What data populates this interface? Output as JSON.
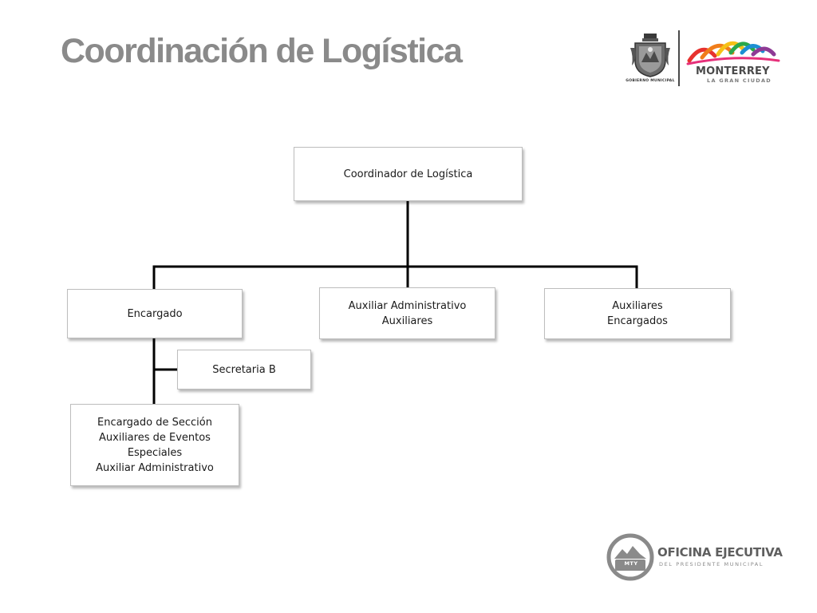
{
  "slide": {
    "title": "Coordinación de Logística"
  },
  "org_chart": {
    "root": {
      "label": "Coordinador de Logística"
    },
    "encargado": {
      "label": "Encargado"
    },
    "secretaria": {
      "label": "Secretaria B"
    },
    "seccion": {
      "lines": [
        "Encargado de Sección",
        "Auxiliares de Eventos",
        "Especiales",
        "Auxiliar Administrativo"
      ]
    },
    "auxiliar_admin": {
      "lines": [
        "Auxiliar Administrativo",
        "Auxiliares"
      ]
    },
    "auxiliares": {
      "lines": [
        "Auxiliares",
        "Encargados"
      ]
    }
  },
  "logos": {
    "municipal_seal": {
      "caption": "GOBIERNO MUNICIPAL",
      "icon": "municipal-seal-icon"
    },
    "monterrey": {
      "name": "MONTERREY",
      "tagline": "LA GRAN CIUDAD",
      "colors": [
        "#e7322e",
        "#f07d1a",
        "#f6c117",
        "#2aa84a",
        "#1c8fd3",
        "#8e3a95",
        "#e6307a"
      ]
    },
    "oficina": {
      "title": "OFICINA EJECUTIVA",
      "subtitle": "DEL PRESIDENTE MUNICIPAL",
      "badge": "MTY"
    }
  },
  "colors": {
    "title": "#8a8a8a",
    "connector": "#000000",
    "node_border": "#bdbdbd"
  }
}
